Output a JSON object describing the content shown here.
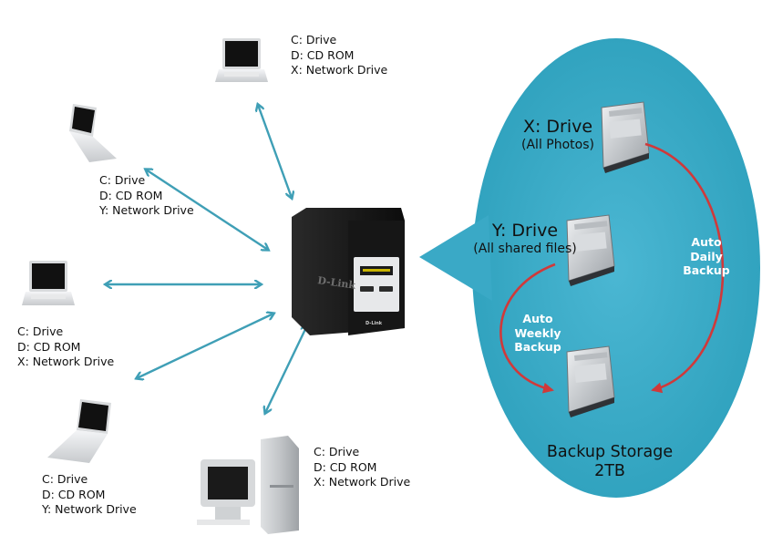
{
  "colors": {
    "connector_arrow": "#3f9fb6",
    "bubble_fill": "#3aa9c6",
    "backup_arrow": "#d0393a",
    "text": "#111111",
    "backup_text": "#ffffff"
  },
  "nas_device": {
    "brand": "D-Link"
  },
  "clients": [
    {
      "id": "top-laptop",
      "type": "laptop",
      "drives": [
        "C: Drive",
        "D: CD ROM",
        "X: Network Drive"
      ]
    },
    {
      "id": "upper-left-laptop",
      "type": "laptop",
      "drives": [
        "C: Drive",
        "D: CD ROM",
        "Y: Network Drive"
      ]
    },
    {
      "id": "left-laptop",
      "type": "laptop",
      "drives": [
        "C: Drive",
        "D: CD ROM",
        "X: Network Drive"
      ]
    },
    {
      "id": "lower-left-laptop",
      "type": "laptop",
      "drives": [
        "C: Drive",
        "D: CD ROM",
        "Y: Network Drive"
      ]
    },
    {
      "id": "desktop",
      "type": "desktop",
      "drives": [
        "C: Drive",
        "D: CD ROM",
        "X: Network Drive"
      ]
    }
  ],
  "storage": {
    "x_drive": {
      "title": "X: Drive",
      "subtitle": "(All Photos)"
    },
    "y_drive": {
      "title": "Y: Drive",
      "subtitle": "(All shared files)"
    },
    "daily_backup": [
      "Auto",
      "Daily",
      "Backup"
    ],
    "weekly_backup": [
      "Auto",
      "Weekly",
      "Backup"
    ],
    "backup_storage": {
      "title": "Backup Storage",
      "capacity": "2TB"
    }
  }
}
